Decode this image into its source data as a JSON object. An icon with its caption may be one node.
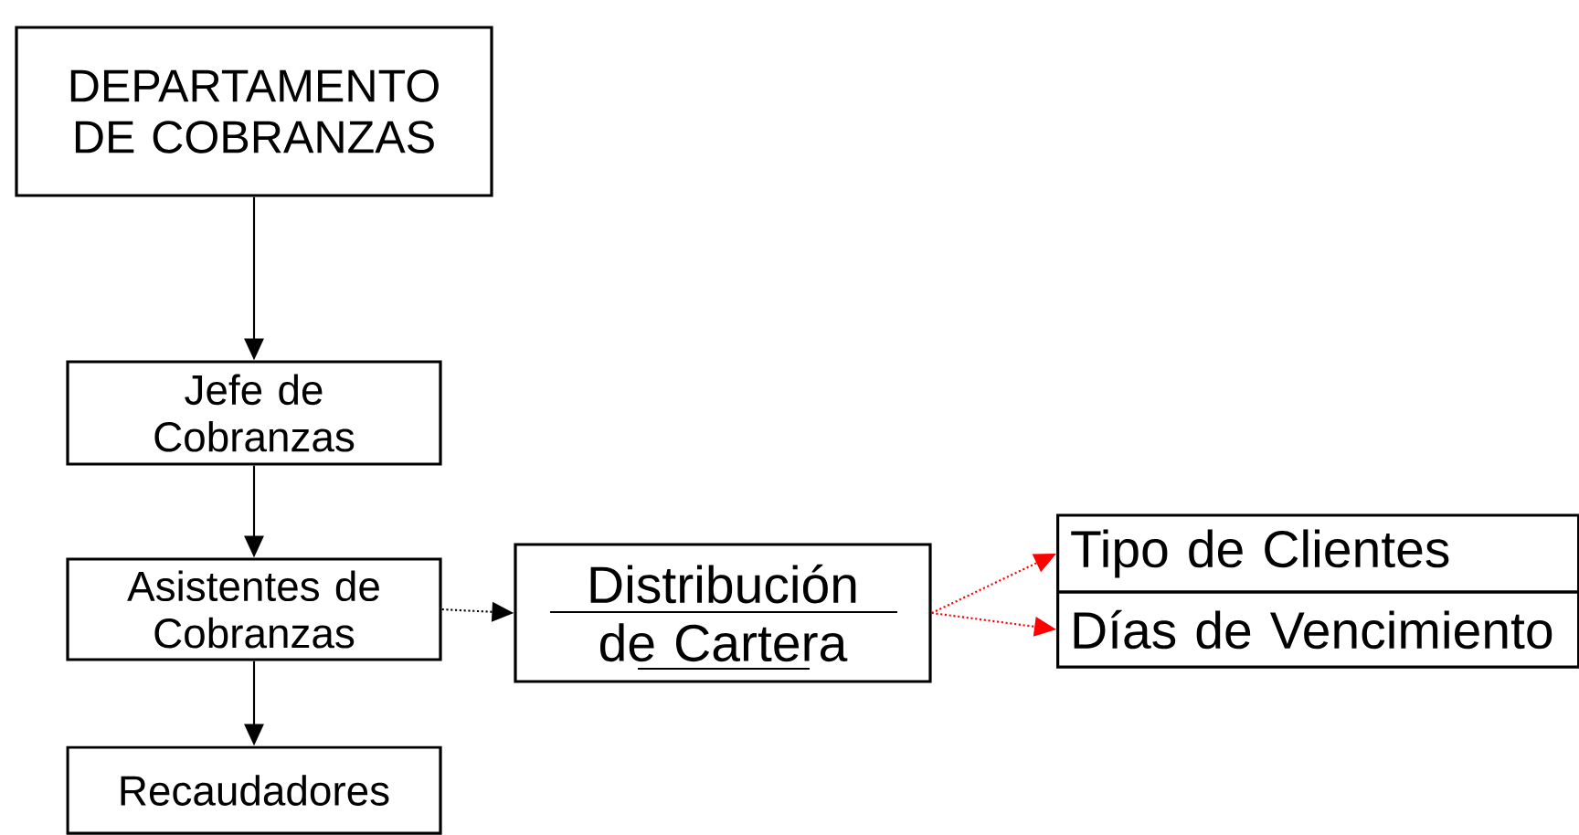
{
  "diagram": {
    "nodes": [
      {
        "text": [
          "DEPARTAMENTO DE COBRANZAS"
        ]
      },
      {
        "text": [
          "Jefe de Cobranzas"
        ]
      },
      {
        "text": [
          "Asistentes de Cobranzas"
        ]
      },
      {
        "text": [
          "Recaudadores"
        ]
      },
      {
        "text": [
          "Distribución de Cartera"
        ]
      },
      {
        "text": [
          "Tipo de Clientes"
        ]
      },
      {
        "text": [
          "Días de Vencimiento"
        ]
      }
    ],
    "edges": [
      {
        "from": 0,
        "to": 1,
        "arrow": "to"
      },
      {
        "from": 1,
        "to": 2,
        "arrow": "to"
      },
      {
        "from": 2,
        "to": 3,
        "arrow": "to"
      },
      {
        "from": 2,
        "to": 4,
        "arrow": "to",
        "style": "dashed"
      },
      {
        "from": 4,
        "to": 5,
        "arrow": "to",
        "style": "dashed",
        "color": "#ff0000"
      },
      {
        "from": 4,
        "to": 6,
        "arrow": "to",
        "style": "dashed",
        "color": "#ff0000"
      }
    ]
  }
}
